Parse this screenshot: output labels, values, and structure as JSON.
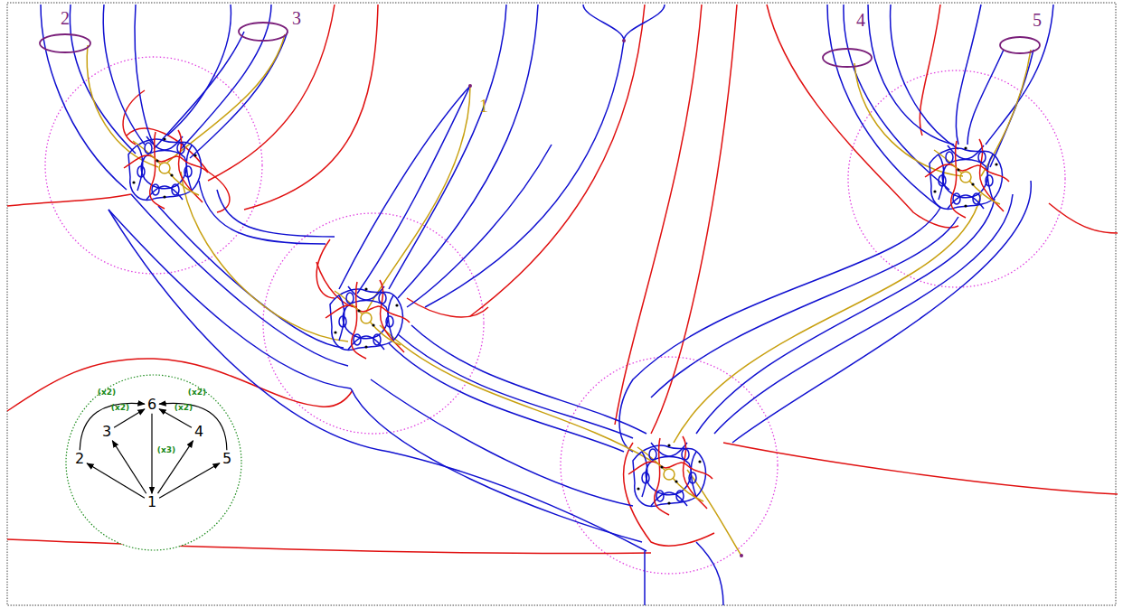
{
  "diagram": {
    "nodes": [
      {
        "text": [
          "6"
        ]
      },
      {
        "text": [
          "3"
        ]
      },
      {
        "text": [
          "4"
        ]
      },
      {
        "text": [
          "2"
        ]
      },
      {
        "text": [
          "5"
        ]
      },
      {
        "text": [
          "1"
        ]
      }
    ],
    "edges": [
      {
        "from": 5,
        "to": 3,
        "arrow": "to"
      },
      {
        "from": 5,
        "to": 1,
        "arrow": "to"
      },
      {
        "from": 5,
        "to": 2,
        "arrow": "to"
      },
      {
        "from": 5,
        "to": 4,
        "arrow": "to"
      },
      {
        "from": 0,
        "to": 5,
        "arrow": "to",
        "label": "(x3)"
      },
      {
        "from": 3,
        "to": 0,
        "arrow": "to",
        "label": "(x2)"
      },
      {
        "from": 1,
        "to": 0,
        "arrow": "to",
        "label": "(x2)"
      },
      {
        "from": 2,
        "to": 0,
        "arrow": "to",
        "label": "(x2)"
      },
      {
        "from": 4,
        "to": 0,
        "arrow": "to",
        "label": "(x2)"
      }
    ],
    "labels": [
      "2",
      "3",
      "4",
      "5",
      "1"
    ]
  }
}
